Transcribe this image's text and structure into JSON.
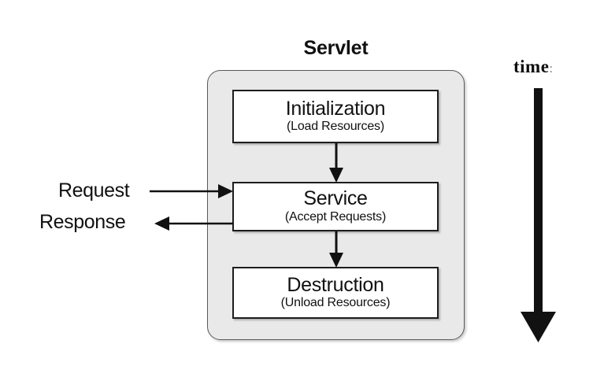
{
  "diagram": {
    "title": "Servlet",
    "type": "flowchart",
    "description": "Servlet life cycle diagram showing Initialization, Service and Destruction phases over time",
    "container_label": "Servlet",
    "phases": [
      {
        "id": "initialization",
        "title": "Initialization",
        "subtitle": "(Load Resources)"
      },
      {
        "id": "service",
        "title": "Service",
        "subtitle": "(Accept Requests)"
      },
      {
        "id": "destruction",
        "title": "Destruction",
        "subtitle": "(Unload Resources)"
      }
    ],
    "io_labels": [
      {
        "id": "request",
        "text": "Request",
        "direction": "into-service"
      },
      {
        "id": "response",
        "text": "Response",
        "direction": "out-of-service"
      }
    ],
    "time_axis": {
      "label": "time",
      "clipped_suffix": ":",
      "direction": "downward"
    },
    "colors": {
      "background": "#ffffff",
      "container_fill": "#e9e9e9",
      "container_border": "#5a5a5a",
      "box_fill": "#ffffff",
      "box_border": "#1d1d1d",
      "text": "#111111",
      "arrow": "#000000"
    }
  }
}
